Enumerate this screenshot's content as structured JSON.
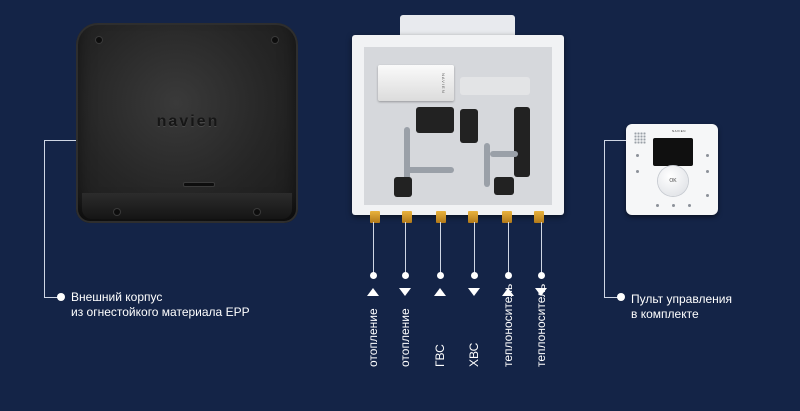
{
  "housing": {
    "logo_text": "navien",
    "caption_line1": "Внешний корпус",
    "caption_line2": "из огнестойкого материала EPP"
  },
  "unit": {
    "module_tag": "NAVIEN"
  },
  "controller": {
    "logo_text": "NAVIEN",
    "knob_text": "OK",
    "caption_line1": "Пульт управления",
    "caption_line2": "в комплекте"
  },
  "connections": [
    {
      "label": "отопление",
      "direction": "up"
    },
    {
      "label": "отопление",
      "direction": "down"
    },
    {
      "label": "ГВС",
      "direction": "up"
    },
    {
      "label": "ХВС",
      "direction": "down"
    },
    {
      "label": "теплоноситель",
      "direction": "up"
    },
    {
      "label": "теплоноситель",
      "direction": "down"
    }
  ],
  "colors": {
    "background": "#142447",
    "text": "#ffffff",
    "fitting": "#d19a2c"
  }
}
